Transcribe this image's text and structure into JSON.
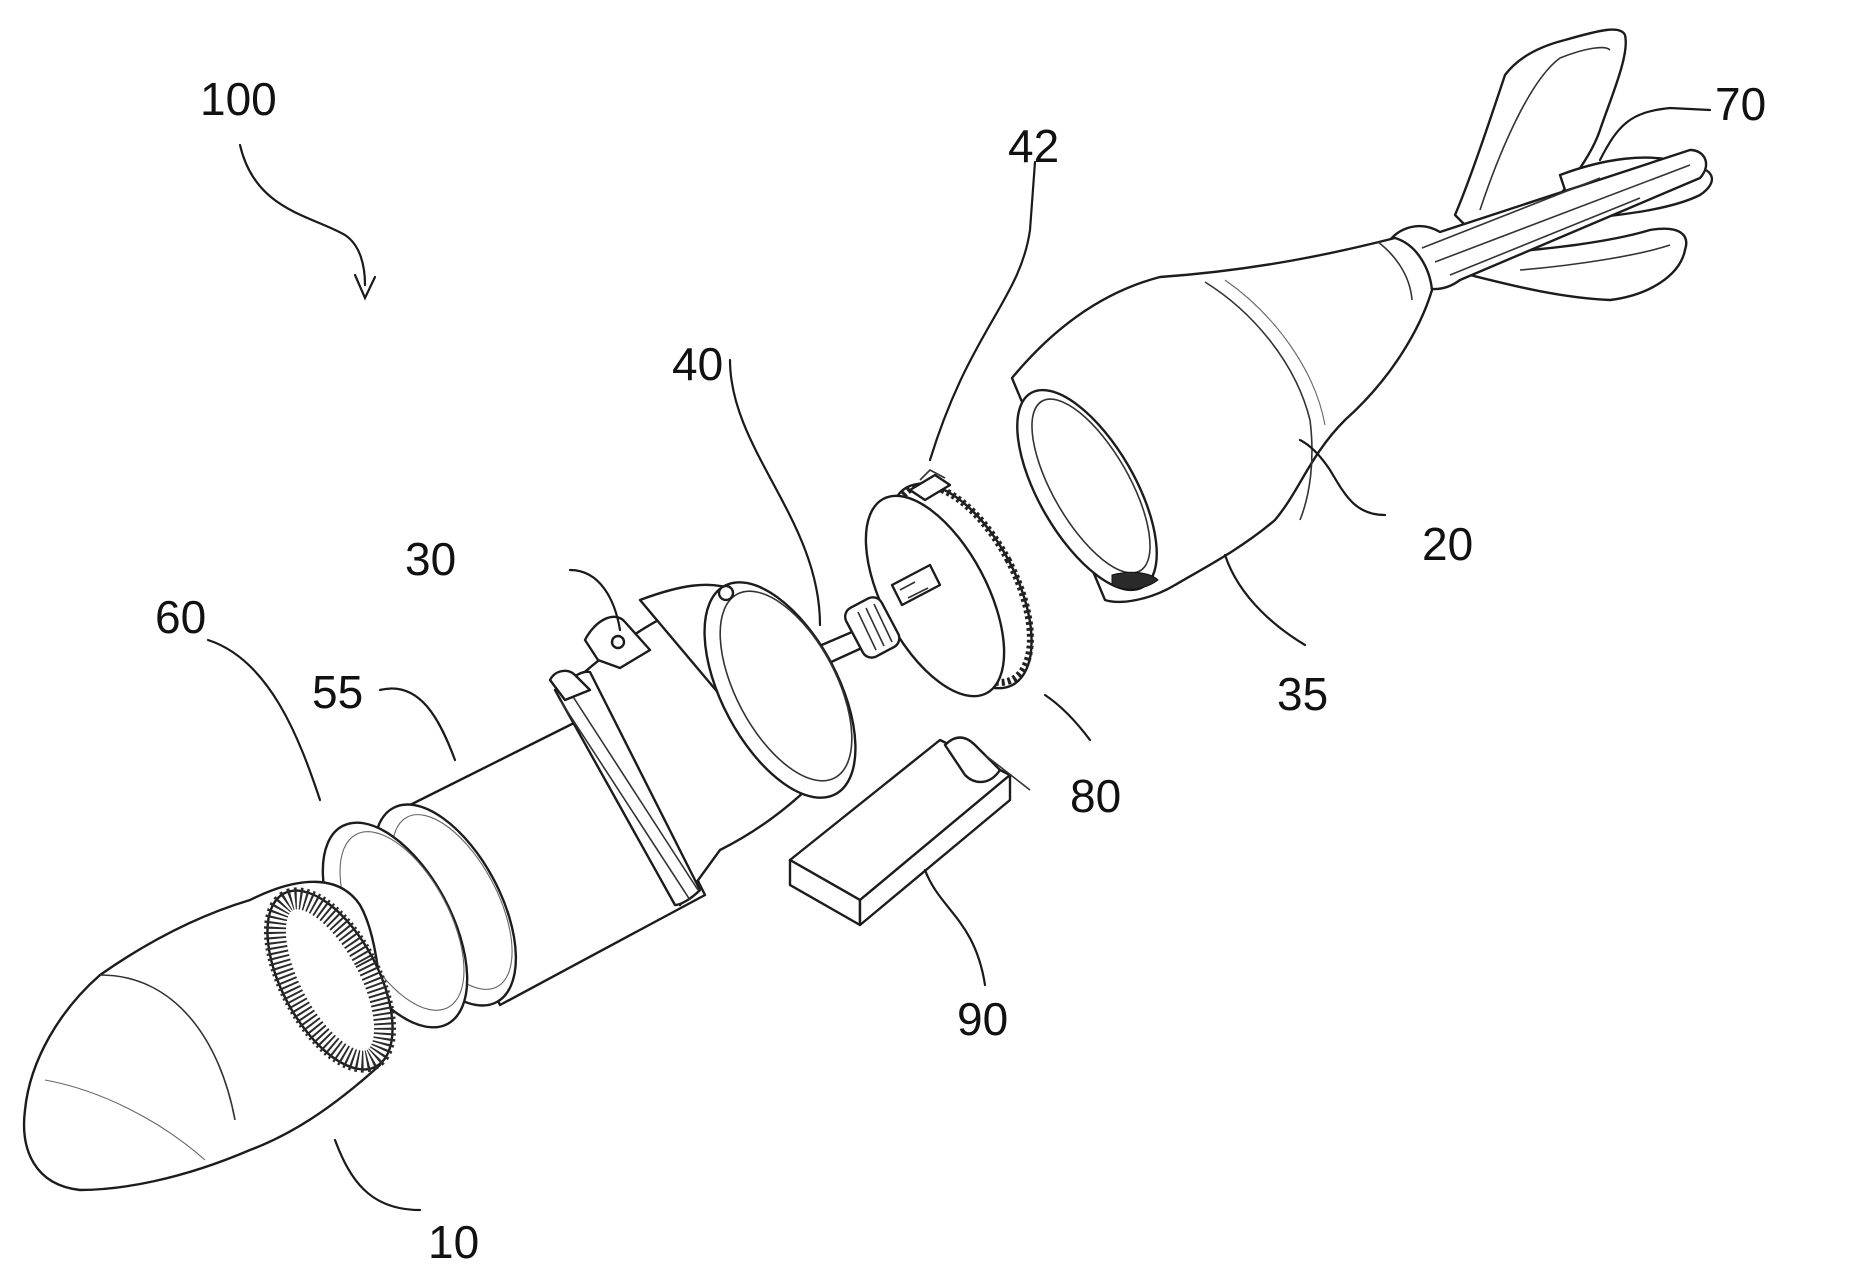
{
  "figure": {
    "labels": {
      "assembly": "100",
      "nose": "10",
      "tail_body": "20",
      "housing": "30",
      "aft_body_end": "35",
      "shaft": "40",
      "gear_plate": "42",
      "inner_sleeve": "55",
      "seal_disc": "60",
      "fins": "70",
      "gear_teeth": "80",
      "battery_pack": "90"
    },
    "colors": {
      "line": "#1c1c1c",
      "background": "#ffffff"
    }
  }
}
